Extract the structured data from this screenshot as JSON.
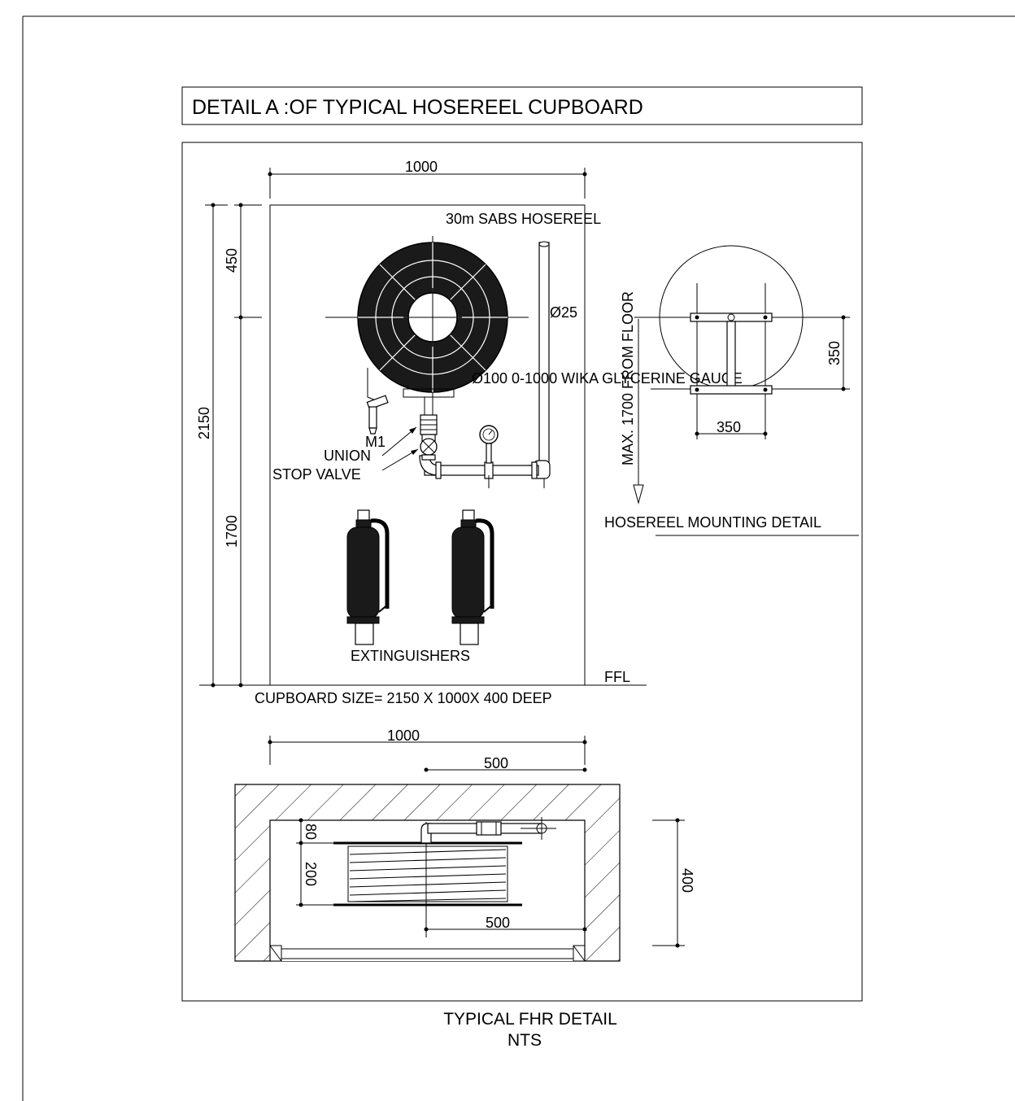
{
  "title": "DETAIL A :OF TYPICAL HOSEREEL CUPBOARD",
  "elevation": {
    "dim_width": "1000",
    "dim_total_height": "2150",
    "dim_upper": "450",
    "dim_lower": "1700",
    "hosereel_label": "30m SABS HOSEREEL",
    "pipe_diameter": "Ø25",
    "gauge_label": "Ø100 0-1000 WIKA GLYCERINE GAUGE",
    "m1_label": "M1",
    "union_label": "UNION",
    "stop_valve_label": "STOP VALVE",
    "extinguishers_label": "EXTINGUISHERS",
    "ffl_label": "FFL",
    "cupboard_size": "CUPBOARD SIZE= 2150 X 1000X 400 DEEP"
  },
  "mounting": {
    "vertical_label": "MAX. 1700 FROM FLOOR",
    "dim_height": "350",
    "dim_width": "350",
    "caption": "HOSEREEL MOUNTING DETAIL"
  },
  "plan": {
    "dim_width": "1000",
    "dim_half_top": "500",
    "dim_half_bottom": "500",
    "dim_80": "80",
    "dim_200": "200",
    "dim_depth": "400"
  },
  "footer": {
    "title": "TYPICAL FHR DETAIL",
    "scale": "NTS"
  }
}
